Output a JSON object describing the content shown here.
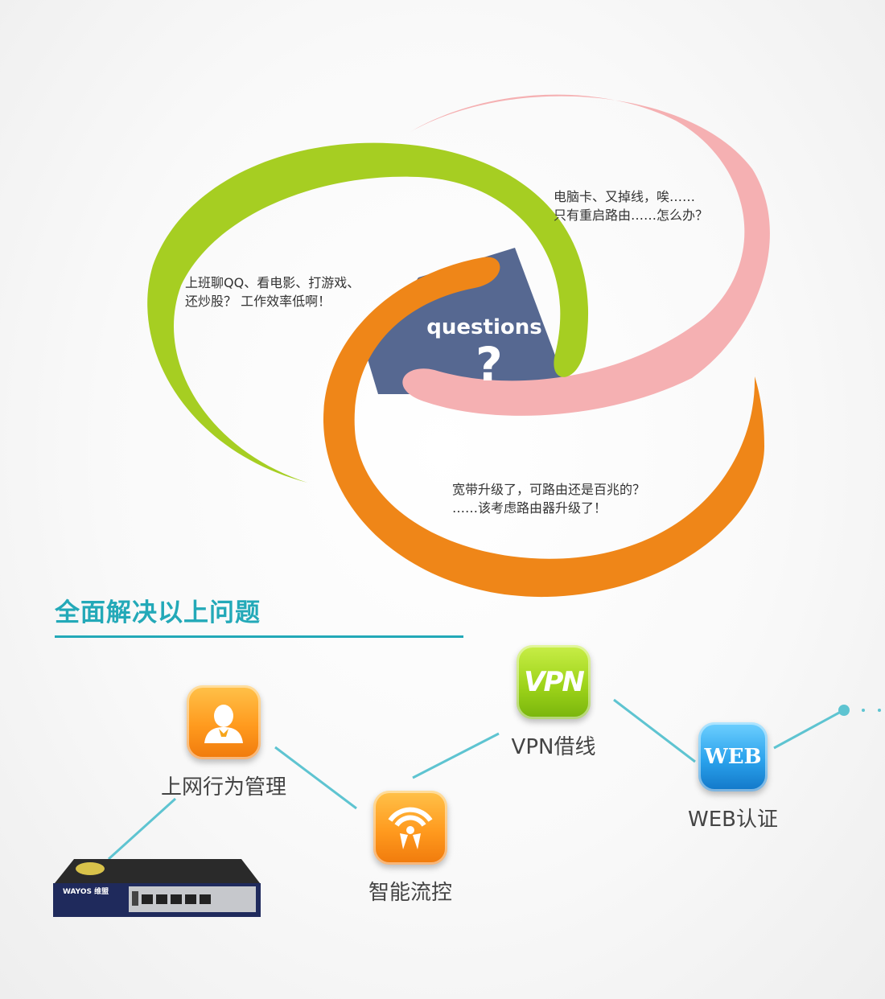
{
  "questions_diagram": {
    "center_word": "questions",
    "center_mark": "?",
    "green_bubble_lines": [
      "上班聊QQ、看电影、打游戏、",
      "还炒股？ 工作效率低啊！"
    ],
    "pink_bubble_lines": [
      "电脑卡、又掉线，唉……",
      "只有重启路由……怎么办？"
    ],
    "orange_bubble_lines": [
      "宽带升级了，可路由还是百兆的？",
      "……该考虑路由器升级了！"
    ],
    "colors": {
      "green": "#a6ce22",
      "pink": "#f5b0b2",
      "orange": "#ef8618",
      "center": "#566891"
    }
  },
  "solution_section": {
    "heading": "全面解决以上问题",
    "accent_color": "#23a9b8",
    "nodes": {
      "behavior": {
        "label": "上网行为管理",
        "icon": "user-icon"
      },
      "flow": {
        "label": "智能流控",
        "icon": "signal-icon"
      },
      "vpn": {
        "label": "VPN借线",
        "icon": "vpn-icon",
        "icon_text": "VPN"
      },
      "web": {
        "label": "WEB认证",
        "icon": "web-icon",
        "icon_text": "WEB"
      }
    },
    "router": {
      "brand": "WAYOS 维盟",
      "icon": "router-device"
    }
  }
}
